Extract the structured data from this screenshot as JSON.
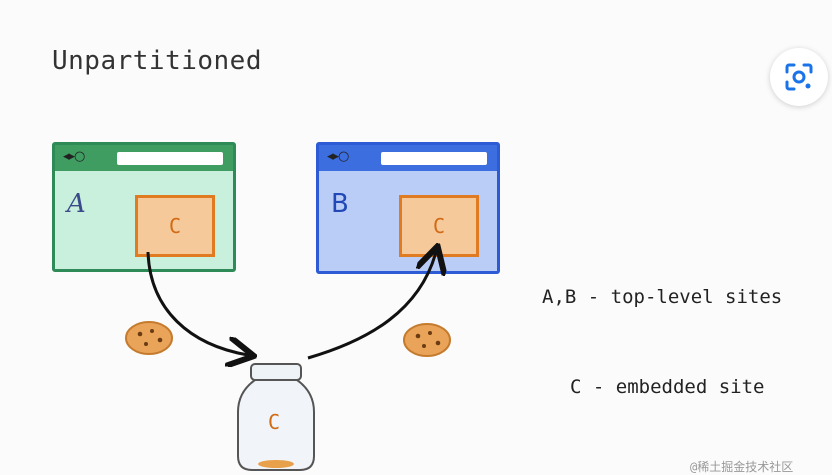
{
  "title": "Unpartitioned",
  "windows": [
    {
      "site_label": "A",
      "embedded_label": "C",
      "nav_icons": "◂▸○",
      "color": "#c8f0dc"
    },
    {
      "site_label": "B",
      "embedded_label": "C",
      "nav_icons": "◂▸○",
      "color": "#b9cdf7"
    }
  ],
  "jar": {
    "label": "C"
  },
  "legend": {
    "line1": "A,B - top-level sites",
    "line2": "C - embedded site"
  },
  "watermark": "@稀土掘金技术社区",
  "icons": {
    "lens": "lens-icon",
    "cookie": "cookie-icon"
  }
}
